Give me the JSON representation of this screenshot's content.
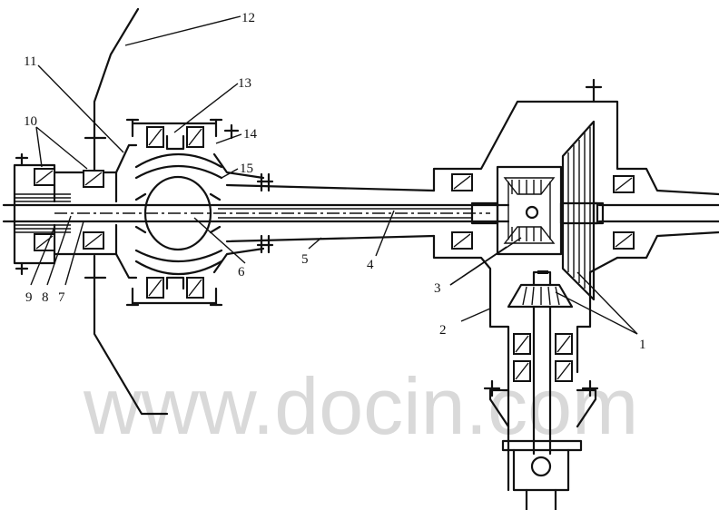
{
  "watermark": "www.docin.com",
  "callouts": {
    "c1": "1",
    "c2": "2",
    "c3": "3",
    "c4": "4",
    "c5": "5",
    "c6": "6",
    "c7": "7",
    "c8": "8",
    "c9": "9",
    "c10": "10",
    "c11": "11",
    "c12": "12",
    "c13": "13",
    "c14": "14",
    "c15": "15"
  },
  "colors": {
    "ink": "#111111",
    "watermark": "#d9d9d9",
    "background": "#ffffff"
  }
}
